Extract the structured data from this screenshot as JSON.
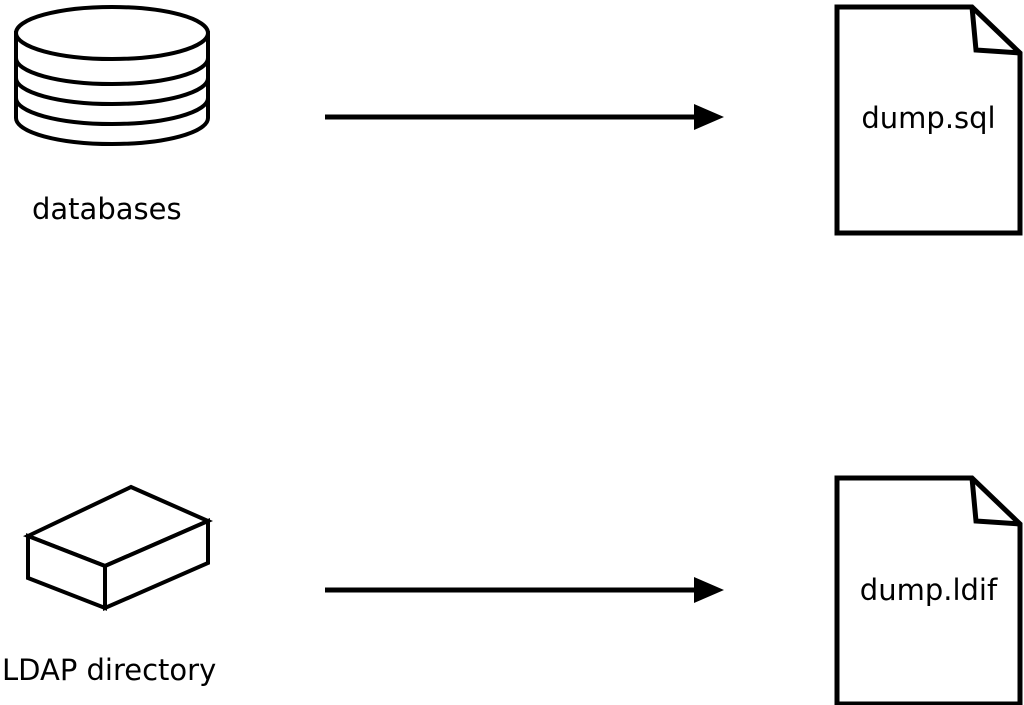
{
  "diagram": {
    "title": "dump sources diagram",
    "colors": {
      "stroke": "#000000",
      "background": "#ffffff"
    },
    "rows": [
      {
        "source_label": "databases",
        "source_icon": "database-cylinder-icon",
        "connector": "arrow-right",
        "target_icon": "document-icon",
        "target_file": "dump.sql"
      },
      {
        "source_label": "LDAP directory",
        "source_icon": "box-3d-icon",
        "connector": "arrow-right",
        "target_icon": "document-icon",
        "target_file": "dump.ldif"
      }
    ]
  }
}
